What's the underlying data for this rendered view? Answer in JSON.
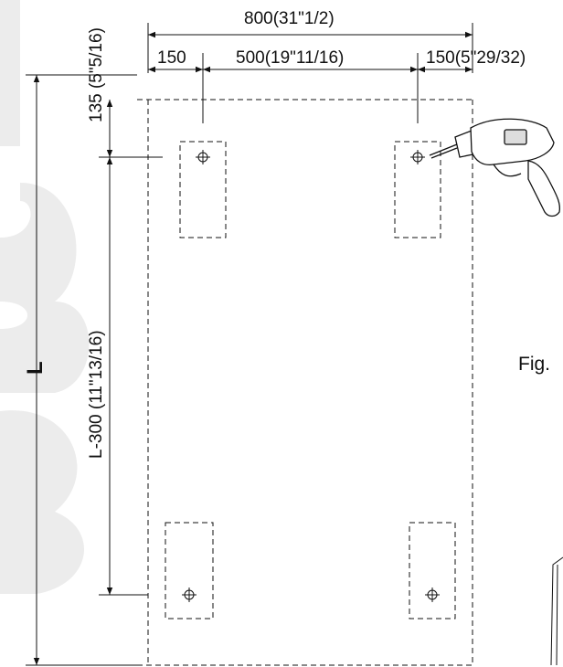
{
  "dimensions": {
    "total_width": "800(31\"1/2)",
    "left_offset": "150",
    "hole_spacing": "500(19\"11/16)",
    "right_offset": "150(5\"29/32)",
    "top_offset": "135 (5\"5/16)",
    "hole_vertical_spacing": "L-300 (11\"13/16)",
    "total_length": "L"
  },
  "figure_label": "Fig."
}
